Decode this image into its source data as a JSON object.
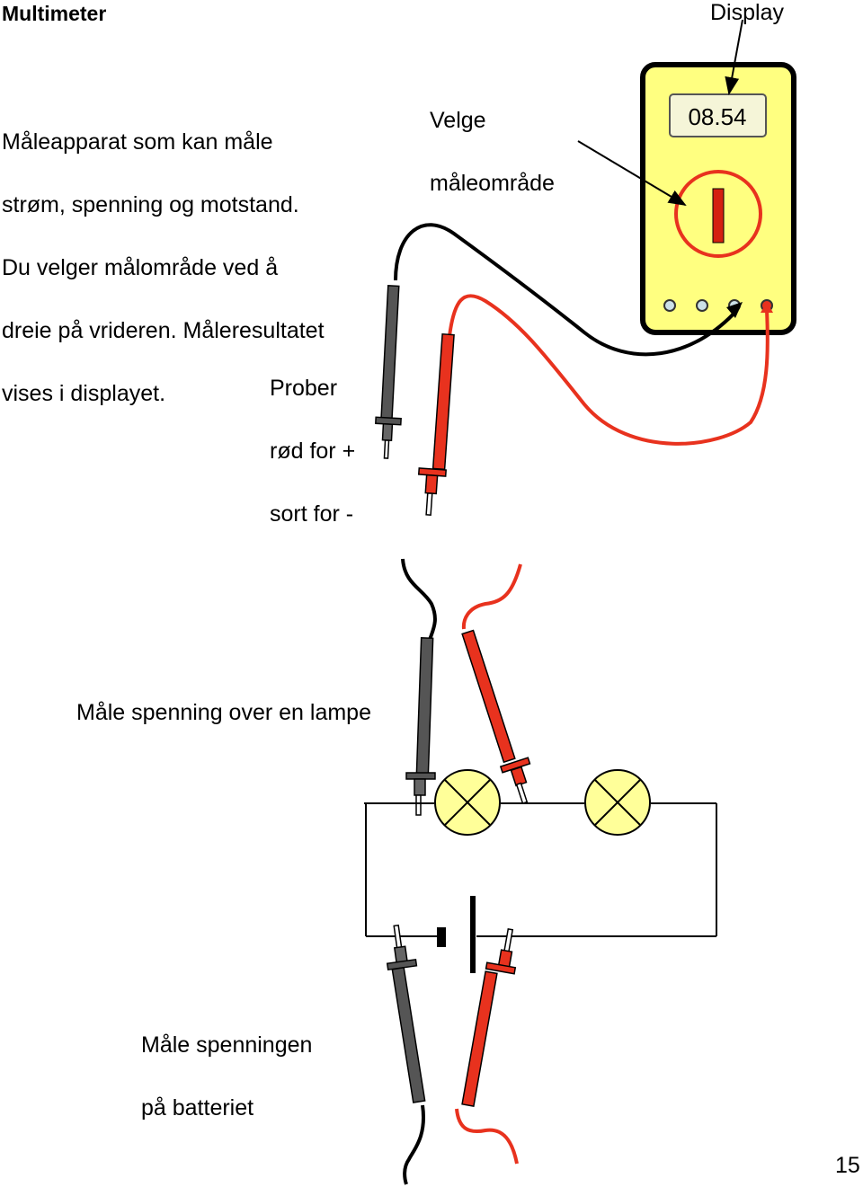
{
  "title": "Multimeter",
  "intro_lines": [
    "Måleapparat som kan måle",
    "strøm, spenning og motstand.",
    "Du velger målområde ved å",
    "dreie på vrideren. Måleresultatet",
    "vises i displayet."
  ],
  "labels": {
    "display": "Display",
    "range": [
      "Velge",
      "måleområde"
    ],
    "probes": [
      "Prober",
      "rød for +",
      "sort for -"
    ]
  },
  "display_value": "08.54",
  "captions": {
    "lamp": "Måle spenning over en lampe",
    "battery": [
      "Måle spenningen",
      "på batteriet"
    ]
  },
  "page_number": "15",
  "colors": {
    "meter_body": "#FFFF80",
    "red_probe": "#E8321E",
    "black_probe": "#555555",
    "lamp": "#FFFF99",
    "knob": "#E8321E"
  }
}
